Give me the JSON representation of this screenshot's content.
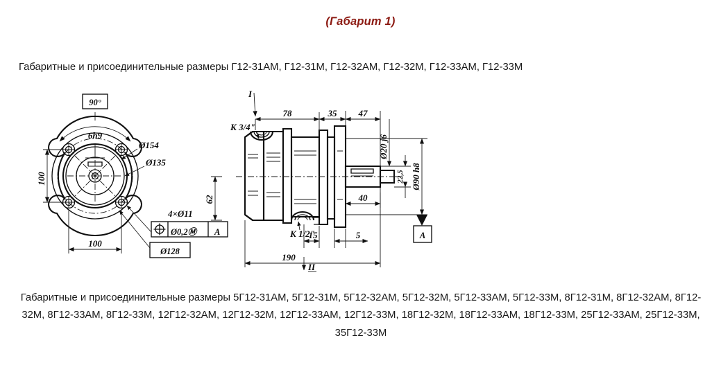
{
  "document": {
    "title": "(Габарит 1)",
    "title_color": "#8c1a12",
    "background_color": "#ffffff"
  },
  "description_top": "Габаритные и присоединительные размеры Г12-31АМ, Г12-31М, Г12-32АМ, Г12-32М, Г12-33АМ, Г12-33М",
  "description_bottom": "Габаритные и присоединительные размеры 5Г12-31АМ, 5Г12-31М, 5Г12-32АМ, 5Г12-32М, 5Г12-33АМ, 5Г12-33М, 8Г12-31М, 8Г12-32АМ, 8Г12-32М, 8Г12-33АМ, 8Г12-33М, 12Г12-32АМ, 12Г12-32М, 12Г12-33АМ, 12Г12-33М, 18Г12-32М, 18Г12-33АМ, 18Г12-33М, 25Г12-33АМ, 25Г12-33М, 35Г12-33М",
  "drawing": {
    "caption": "Engineering dimension drawing: hydraulic motor front flange view and longitudinal section view",
    "front_view": {
      "name": "flange-front-view",
      "labels": {
        "angle_box": "90°",
        "keyway": "6h9",
        "dia_outer": "Ø154",
        "dia_bolt_circle": "Ø135",
        "height_100": "100",
        "width_100": "100",
        "holes": "4×Ø11",
        "dia_pilot": "Ø128"
      },
      "gdt_frame": {
        "symbol": "position-tolerance-icon",
        "tolerance": "Ø0,2Ⓜ",
        "datum": "A"
      }
    },
    "section_view": {
      "name": "longitudinal-section-view",
      "labels": {
        "section_mark_top": "I",
        "section_mark_bottom": "II",
        "thread_top": "К 3/4\"",
        "thread_bottom": "К 1/2\"",
        "dim_78": "78",
        "dim_35": "35",
        "dim_47": "47",
        "dim_62_left": "62",
        "dim_15": "15",
        "dim_5": "5",
        "dim_40": "40",
        "dim_190": "190",
        "dia_shaft": "Ø20 j6",
        "dim_225": "22,5",
        "dia_pilot_h8": "Ø90 h8",
        "datum_box": "A"
      }
    }
  }
}
